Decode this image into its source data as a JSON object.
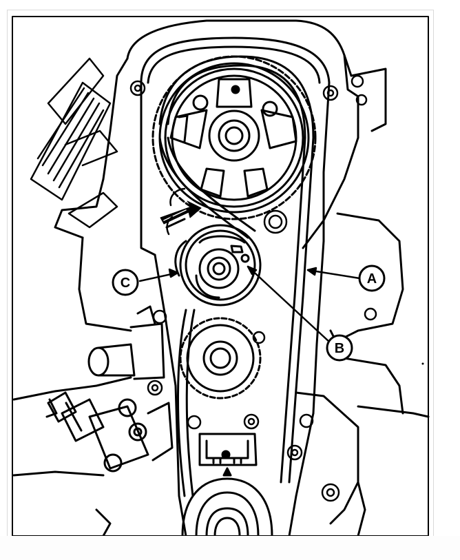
{
  "figure": {
    "callouts": [
      {
        "id": "A",
        "label": "A"
      },
      {
        "id": "B",
        "label": "B"
      },
      {
        "id": "C",
        "label": "C"
      }
    ]
  },
  "colors": {
    "line": "#000000",
    "background": "#ffffff",
    "frame": "#d9d9d9"
  }
}
